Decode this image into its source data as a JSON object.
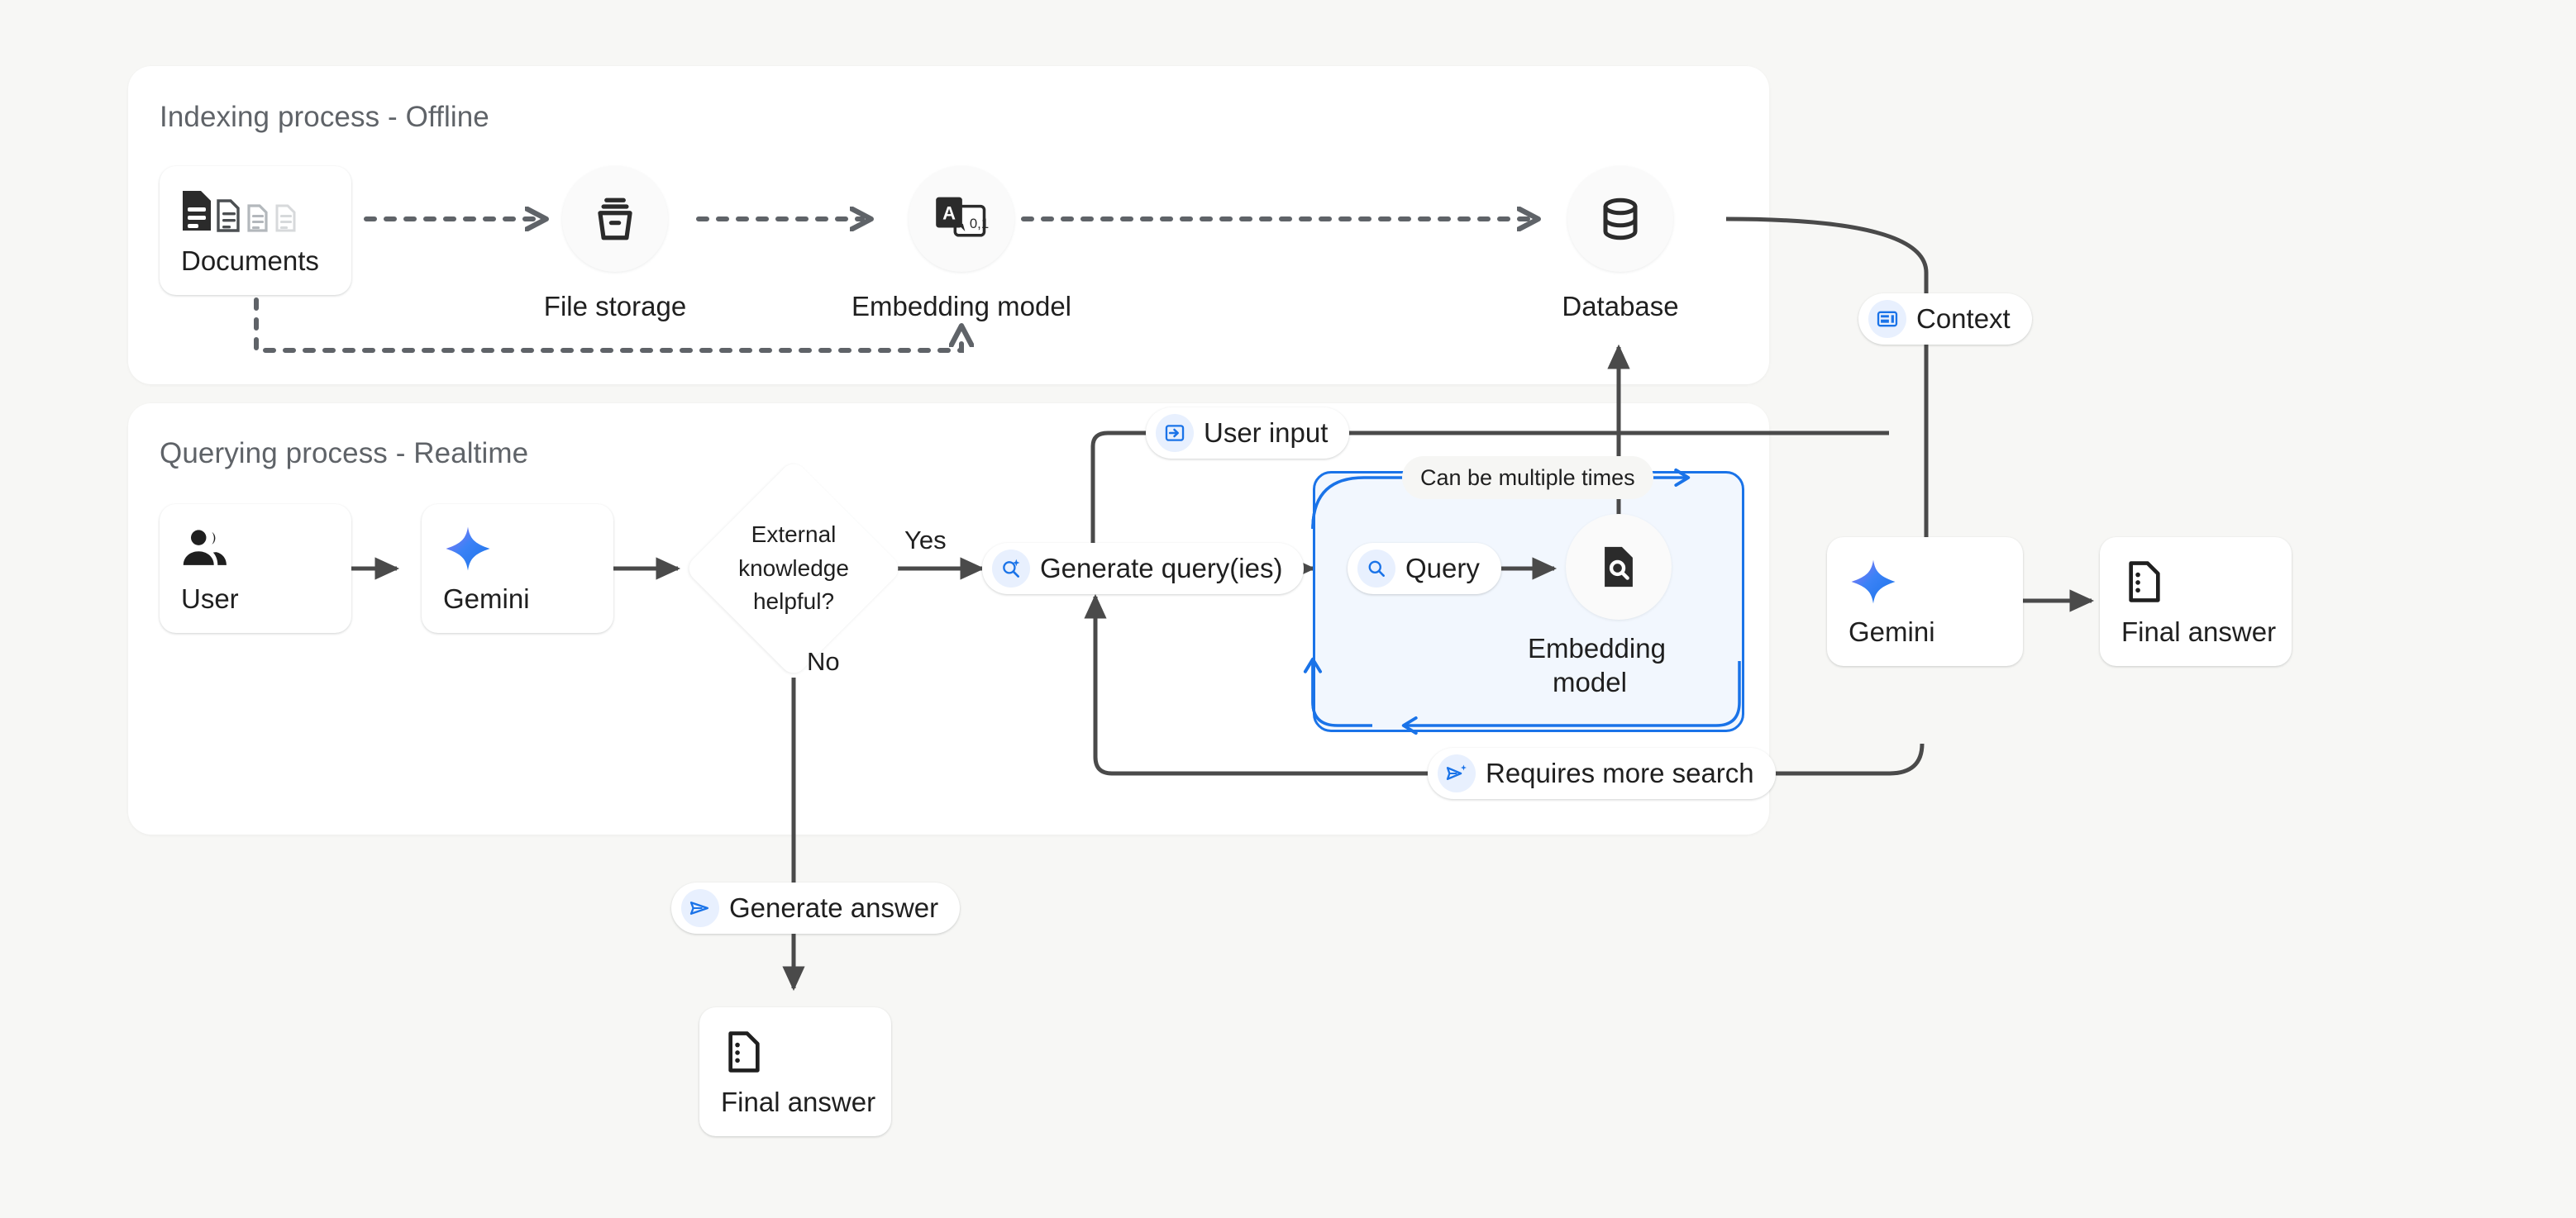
{
  "panels": {
    "indexing": {
      "title": "Indexing process - Offline"
    },
    "querying": {
      "title": "Querying process - Realtime"
    }
  },
  "indexing_nodes": [
    {
      "id": "documents",
      "label": "Documents",
      "icon": "documents-icon",
      "shape": "card"
    },
    {
      "id": "file-storage",
      "label": "File storage",
      "icon": "file-storage-icon",
      "shape": "circle"
    },
    {
      "id": "embedding-model",
      "label": "Embedding model",
      "icon": "embedding-model-icon",
      "shape": "circle"
    },
    {
      "id": "database",
      "label": "Database",
      "icon": "database-icon",
      "shape": "circle"
    }
  ],
  "querying_nodes": [
    {
      "id": "user",
      "label": "User",
      "icon": "users-icon",
      "shape": "card"
    },
    {
      "id": "gemini-query",
      "label": "Gemini",
      "icon": "gemini-sparkle-icon",
      "shape": "card"
    },
    {
      "id": "embedding-model-loop",
      "label": "Embedding\nmodel",
      "icon": "document-search-icon",
      "shape": "circle"
    },
    {
      "id": "gemini-answer",
      "label": "Gemini",
      "icon": "gemini-sparkle-icon",
      "shape": "card"
    },
    {
      "id": "final-answer-right",
      "label": "Final answer",
      "icon": "answer-doc-icon",
      "shape": "card"
    },
    {
      "id": "final-answer-bottom",
      "label": "Final answer",
      "icon": "answer-doc-icon",
      "shape": "card"
    }
  ],
  "decision": {
    "id": "external-knowledge-decision",
    "line1": "External",
    "line2": "knowledge",
    "line3": "helpful?",
    "yes_label": "Yes",
    "no_label": "No"
  },
  "chips": [
    {
      "id": "context-chip",
      "label": "Context",
      "icon": "context-panel-icon"
    },
    {
      "id": "user-input-chip",
      "label": "User input",
      "icon": "input-arrow-icon"
    },
    {
      "id": "generate-queries-chip",
      "label": "Generate query(ies)",
      "icon": "search-sparkle-icon"
    },
    {
      "id": "query-chip",
      "label": "Query",
      "icon": "search-icon"
    },
    {
      "id": "requires-more-search-chip",
      "label": "Requires more search",
      "icon": "send-sparkle-icon"
    },
    {
      "id": "generate-answer-chip",
      "label": "Generate answer",
      "icon": "send-icon"
    }
  ],
  "loop_note": {
    "label": "Can be multiple times"
  },
  "colors": {
    "background": "#f7f7f5",
    "panel": "#ffffff",
    "accent_blue": "#1a73e8",
    "loop_fill": "#f2f7fe",
    "chip_icon_bg": "#e8f0fe",
    "wire": "#4a4a4a",
    "title_text": "#5f6368",
    "body_text": "#1f1f1f"
  }
}
